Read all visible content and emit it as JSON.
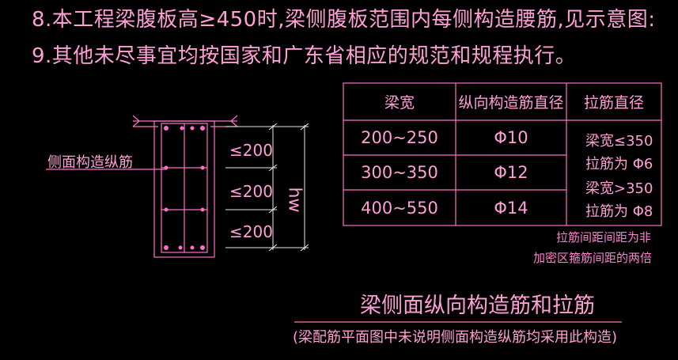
{
  "notes": {
    "n8": "8.本工程梁腹板高≥450时,梁侧腹板范围内每侧构造腰筋,见示意图:",
    "n9": "9.其他未尽事宜均按国家和广东省相应的规范和规程执行。"
  },
  "diagram": {
    "side_label": "侧面构造纵筋",
    "spacings": [
      "≤200",
      "≤200",
      "≤200"
    ],
    "height_label": "hw"
  },
  "table": {
    "headers": [
      "梁宽",
      "纵向构造筋直径",
      "拉筋直径"
    ],
    "rows": [
      {
        "width": "200~250",
        "dia": "Φ10"
      },
      {
        "width": "300~350",
        "dia": "Φ12"
      },
      {
        "width": "400~550",
        "dia": "Φ14"
      }
    ],
    "tie_lines": [
      "梁宽≤350",
      "拉筋为 Φ6",
      "梁宽>350",
      "拉筋为 Φ8"
    ]
  },
  "tie_note": [
    "拉筋间距间距为非",
    "加密区箍筋间距的两倍"
  ],
  "title": "梁侧面纵向构造筋和拉筋",
  "subtitle": "(梁配筋平面图中未说明侧面构造纵筋均采用此构造)",
  "colors": {
    "line": "#ff6fc8",
    "text": "#ff9fd6",
    "background": "#000000"
  }
}
